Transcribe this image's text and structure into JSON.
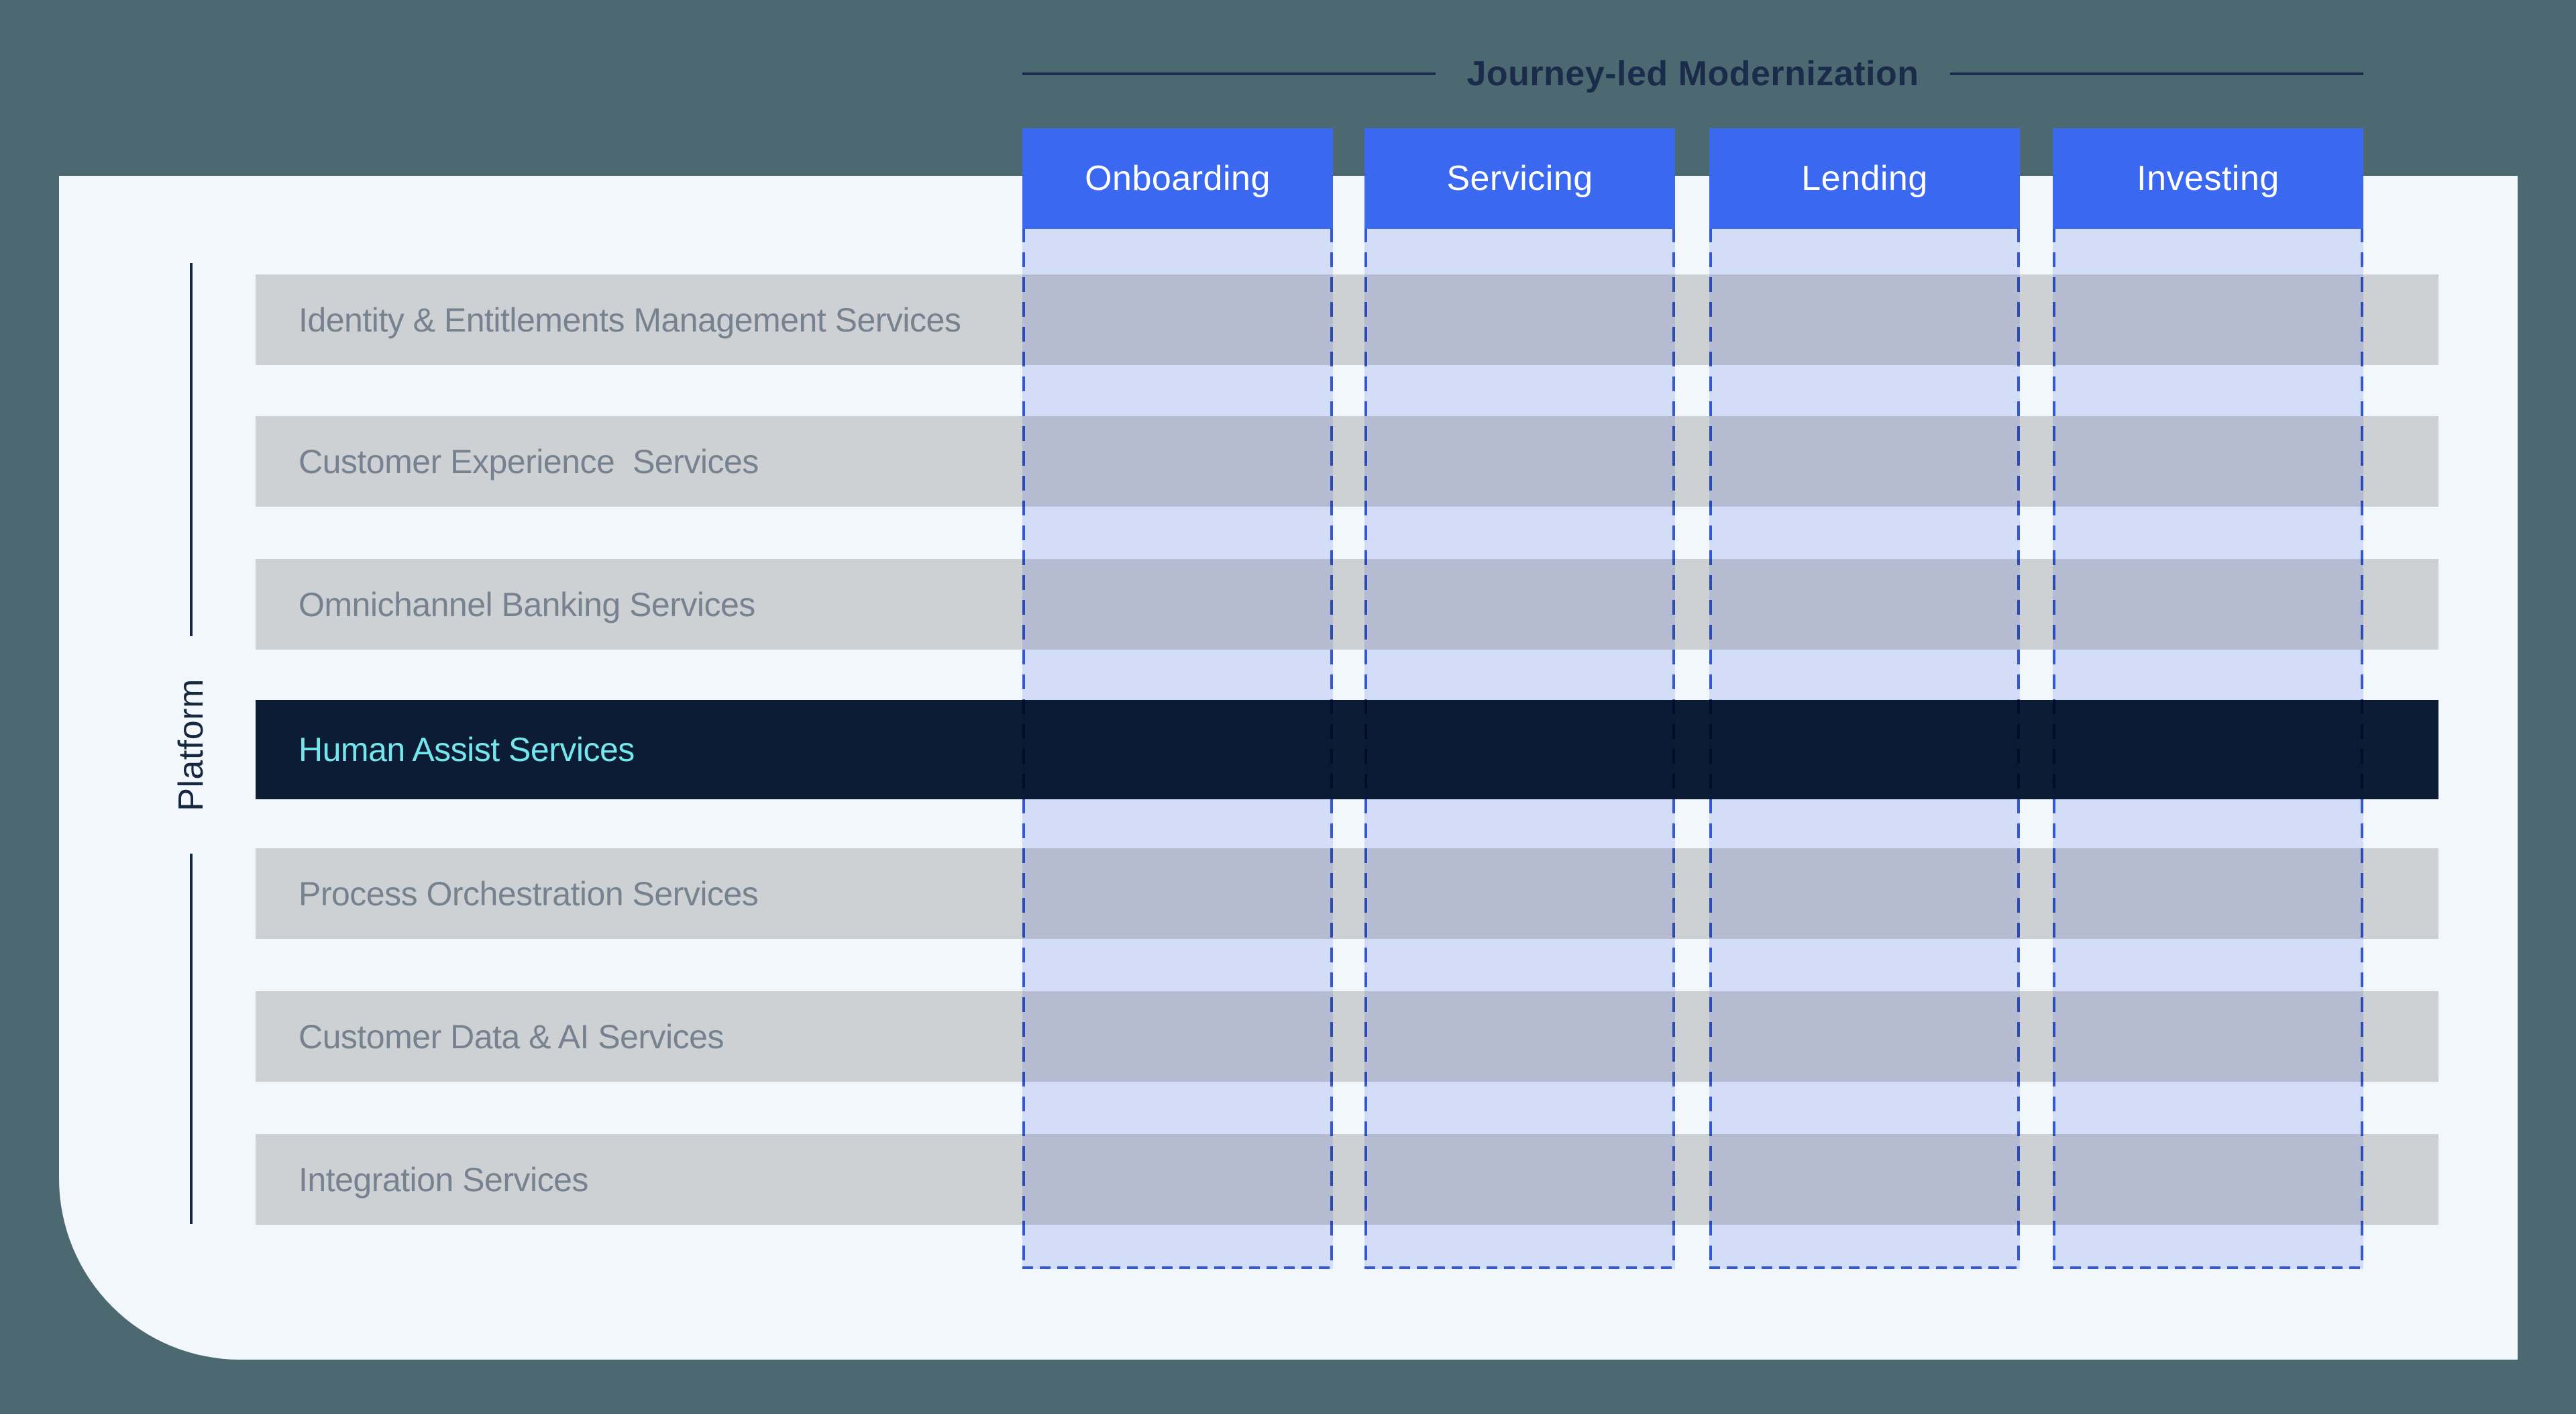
{
  "header": {
    "title": "Journey-led Modernization"
  },
  "platform": {
    "label": "Platform"
  },
  "columns": [
    {
      "label": "Onboarding"
    },
    {
      "label": "Servicing"
    },
    {
      "label": "Lending"
    },
    {
      "label": "Investing"
    }
  ],
  "rows": [
    {
      "label": "Identity & Entitlements Management Services",
      "highlighted": false
    },
    {
      "label": "Customer Experience  Services",
      "highlighted": false
    },
    {
      "label": "Omnichannel Banking Services",
      "highlighted": false
    },
    {
      "label": "Human Assist Services",
      "highlighted": true
    },
    {
      "label": "Process Orchestration Services",
      "highlighted": false
    },
    {
      "label": "Customer Data & AI Services",
      "highlighted": false
    },
    {
      "label": "Integration Services",
      "highlighted": false
    }
  ],
  "colors": {
    "outer_background": "#4C6971",
    "panel_background": "#F2F7FB",
    "bar_gray": "#CED1D4",
    "bar_text_gray": "#76828F",
    "highlight_bar": "#0C1C34",
    "highlight_text_cyan": "#74E6EE",
    "journey_header_blue": "#3A68F0",
    "journey_header_text": "#FFFFFF",
    "column_overlay_blue": "#E0E5FC",
    "dashed_border_blue": "#3E64DC",
    "title_navy": "#1B2C4B"
  }
}
